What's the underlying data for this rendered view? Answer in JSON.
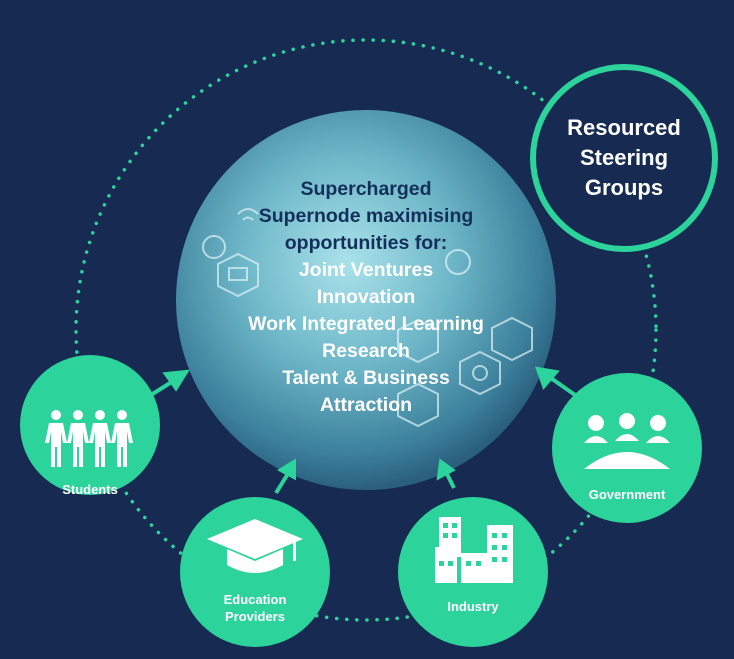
{
  "hub": {
    "heading_lines": [
      "Supercharged",
      "Supernode maximising",
      "opportunities for:"
    ],
    "opportunities": [
      "Joint Ventures",
      "Innovation",
      "Work Integrated Learning",
      "Research",
      "Talent & Business",
      "Attraction"
    ]
  },
  "steering": {
    "label": "Resourced\nSteering\nGroups"
  },
  "nodes": {
    "students": {
      "label": "Students"
    },
    "education": {
      "label": "Education\nProviders"
    },
    "industry": {
      "label": "Industry"
    },
    "government": {
      "label": "Government"
    }
  },
  "colors": {
    "background": "#162a52",
    "accent": "#2cd39a",
    "hub_text_dark": "#14305a"
  }
}
